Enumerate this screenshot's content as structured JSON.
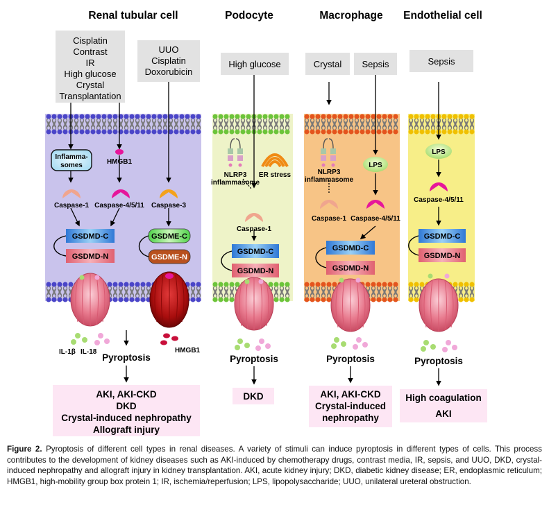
{
  "colors": {
    "renal_bg": "#c9c3ec",
    "podocyte_bg": "#eef3c8",
    "macrophage_bg": "#f7c486",
    "endothelial_bg": "#f7ee88",
    "outcome_bg": "#fde6f4",
    "stimulus_bg": "#e2e2e2"
  },
  "columns": {
    "renal": {
      "title": "Renal tubular cell",
      "stimulus_a": [
        "Cisplatin",
        "Contrast",
        "IR",
        "High glucose",
        "Crystal",
        "Transplantation"
      ],
      "stimulus_b": [
        "UUO",
        "Cisplatin",
        "Doxorubicin"
      ],
      "inflammasomes": [
        "Inflamma-",
        "somes"
      ],
      "hmgb1_in": "HMGB1",
      "caspase1": "Caspase-1",
      "caspase4511": "Caspase-4/5/11",
      "caspase3": "Caspase-3",
      "gsdmd_c": "GSDMD-C",
      "gsdmd_n": "GSDMD-N",
      "gsdme_c": "GSDME-C",
      "gsdme_n": "GSDME-N",
      "il1b": "IL-1β",
      "il18": "IL-18",
      "hmgb1_out": "HMGB1",
      "pyroptosis": "Pyroptosis",
      "outcome": [
        "AKI, AKI-CKD",
        "DKD",
        "Crystal-induced nephropathy",
        "Allograft injury"
      ]
    },
    "podocyte": {
      "title": "Podocyte",
      "stimulus": "High glucose",
      "nlrp3": [
        "NLRP3",
        "inflammasome"
      ],
      "er_stress": "ER stress",
      "caspase1": "Caspase-1",
      "gsdmd_c": "GSDMD-C",
      "gsdmd_n": "GSDMD-N",
      "pyroptosis": "Pyroptosis",
      "outcome": [
        "DKD"
      ]
    },
    "macrophage": {
      "title": "Macrophage",
      "stimulus_a": "Crystal",
      "stimulus_b": "Sepsis",
      "nlrp3": [
        "NLRP3",
        "inflammasome"
      ],
      "lps": "LPS",
      "caspase1": "Caspase-1",
      "caspase4511": "Caspase-4/5/11",
      "gsdmd_c": "GSDMD-C",
      "gsdmd_n": "GSDMD-N",
      "pyroptosis": "Pyroptosis",
      "outcome": [
        "AKI, AKI-CKD",
        "Crystal-induced",
        "nephropathy"
      ]
    },
    "endothelial": {
      "title": "Endothelial cell",
      "stimulus": "Sepsis",
      "lps": "LPS",
      "caspase4511": "Caspase-4/5/11",
      "gsdmd_c": "GSDMD-C",
      "gsdmd_n": "GSDMD-N",
      "pyroptosis": "Pyroptosis",
      "outcome": [
        "High coagulation",
        "AKI"
      ]
    }
  },
  "caption": {
    "label": "Figure 2.",
    "text": "Pyroptosis of different cell types in renal diseases. A variety of stimuli can induce pyroptosis in different types of cells. This process contributes to the development of kidney diseases such as AKI-induced by chemotherapy drugs, contrast media, IR, sepsis, and UUO, DKD, crystal-induced nephropathy and allograft injury in kidney transplantation. AKI, acute kidney injury; DKD, diabetic kidney disease; ER, endoplasmic reticulum; HMGB1, high-mobility group box protein 1; IR, ischemia/reperfusion; LPS, lipopolysaccharide; UUO, unilateral ureteral obstruction."
  }
}
